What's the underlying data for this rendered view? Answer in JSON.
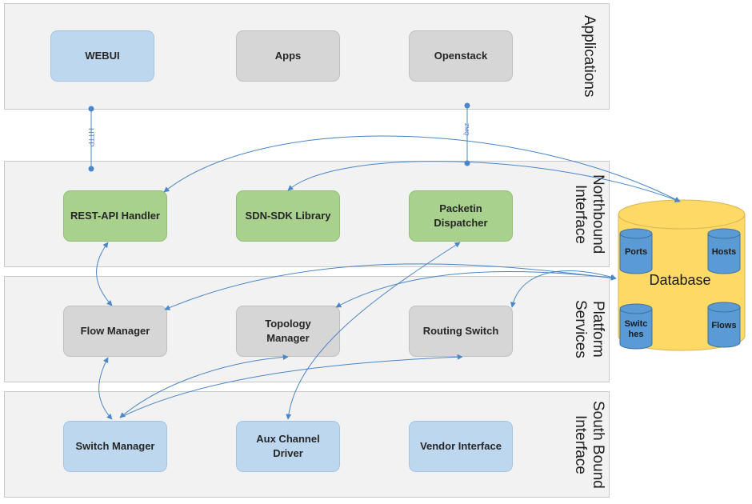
{
  "layers": {
    "applications": "Applications",
    "northbound": "Northbound\nInterface",
    "platform": "Platform\nServices",
    "southbound": "South Bound\nInterface"
  },
  "components": {
    "webui": "WEBUI",
    "apps": "Apps",
    "openstack": "Openstack",
    "rest_api": "REST-API Handler",
    "sdn_sdk": "SDN-SDK Library",
    "packetin": "Packetin\nDispatcher",
    "flow_manager": "Flow Manager",
    "topology_manager": "Topology\nManager",
    "routing_switch": "Routing Switch",
    "switch_manager": "Switch Manager",
    "aux_channel": "Aux Channel\nDriver",
    "vendor_interface": "Vendor Interface"
  },
  "connections": {
    "http": "HTTP",
    "zmq": "ZMQ"
  },
  "database": {
    "title": "Database",
    "tables": {
      "ports": "Ports",
      "hosts": "Hosts",
      "switches": "Switc\nhes",
      "flows": "Flows"
    }
  },
  "colors": {
    "link": "#4a86c8",
    "db_fill": "#ffd966",
    "db_table": "#5b9bd5"
  }
}
